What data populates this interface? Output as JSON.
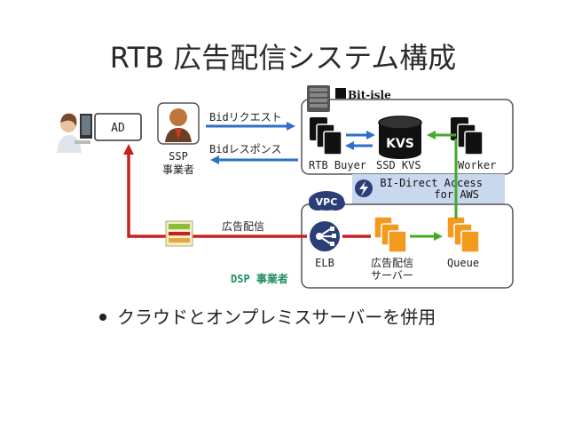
{
  "title": "RTB 広告配信システム構成",
  "ad_box": {
    "label": "AD"
  },
  "ssp": {
    "label_line1": "SSP",
    "label_line2": "事業者"
  },
  "arrows": {
    "bid_request": "Bidリクエスト",
    "bid_response": "Bidレスポンス",
    "ad_delivery": "広告配信"
  },
  "bitisle": {
    "logo_text": "Bit-isle",
    "rtb_buyer": "RTB Buyer",
    "ssd_kvs": "SSD KVS",
    "kvs_badge": "KVS",
    "worker": "Worker"
  },
  "direct_access": {
    "line1": "BI-Direct Access",
    "line2": "for AWS"
  },
  "aws": {
    "vpc_badge": "VPC",
    "elb": "ELB",
    "ad_server_line1": "広告配信",
    "ad_server_line2": "サーバー",
    "queue": "Queue"
  },
  "dsp_label": "DSP 事業者",
  "bullet": "クラウドとオンプレミスサーバーを併用",
  "colors": {
    "blue_arrow": "#2e6fc9",
    "red_arrow": "#c8201e",
    "green_arrow": "#46a829",
    "orange": "#f39a1e",
    "dsp_green": "#1f8f5c",
    "direct_bg": "#c9d7ef"
  }
}
